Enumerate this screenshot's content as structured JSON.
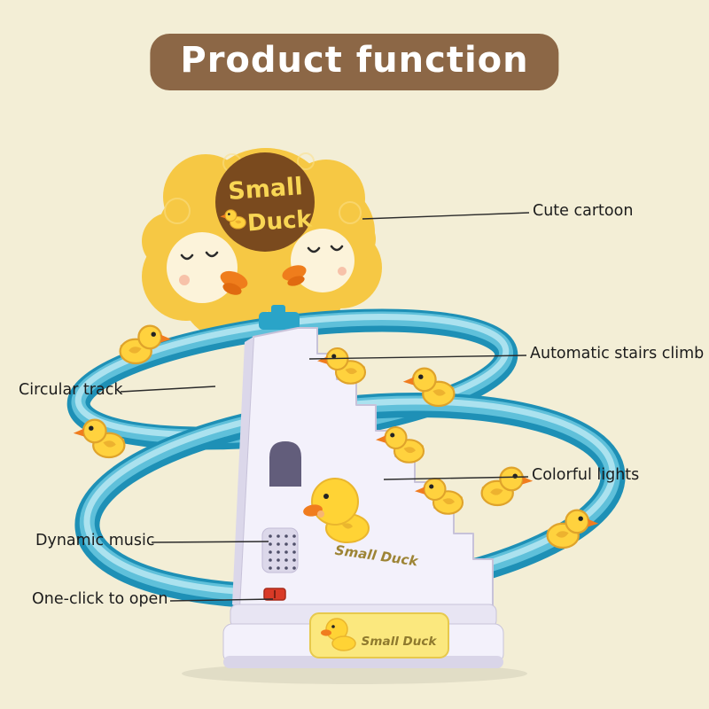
{
  "page": {
    "title": "Product function",
    "background_color": "#f3eed6",
    "title_bg_color": "#8c6746",
    "title_text_color": "#ffffff"
  },
  "callouts": [
    {
      "label": "Cute cartoon",
      "side": "right"
    },
    {
      "label": "Automatic stairs climb",
      "side": "right"
    },
    {
      "label": "Circular track",
      "side": "left"
    },
    {
      "label": "Colorful lights",
      "side": "right"
    },
    {
      "label": "Dynamic music",
      "side": "left"
    },
    {
      "label": "One-click to open",
      "side": "left"
    }
  ],
  "toy": {
    "backdrop_brand_line1": "Small",
    "backdrop_brand_line2": "Duck",
    "stair_tower_label": "Small Duck",
    "base_sticker_label": "Small Duck",
    "colors": {
      "backdrop_yellow": "#f6c844",
      "brand_circle_brown": "#7a4a1e",
      "brand_text_yellow": "#f8d654",
      "track_dark_blue": "#1e90b6",
      "track_light_blue": "#abe2ef",
      "tower_white": "#f3f1fb",
      "duck_yellow": "#ffd23e",
      "beak_orange": "#f07c1e",
      "switch_red": "#d93a27"
    }
  }
}
